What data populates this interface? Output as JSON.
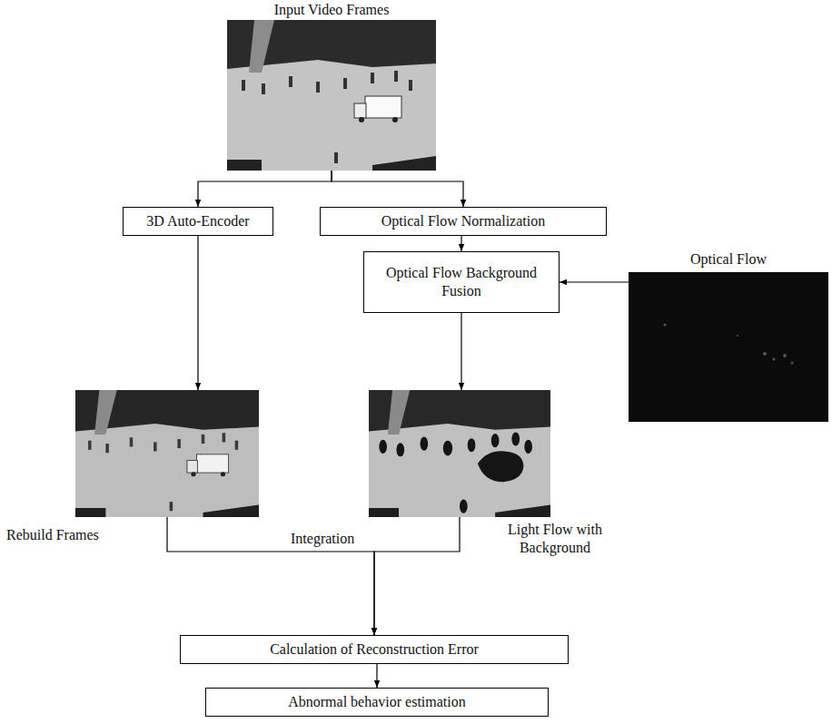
{
  "diagram": {
    "nodes": [
      {
        "text": [
          "Input Video Frames"
        ]
      },
      {
        "text": [
          "3D Auto-Encoder"
        ]
      },
      {
        "text": [
          "Optical Flow Normalization"
        ]
      },
      {
        "text": [
          "Optical Flow Background Fusion"
        ]
      },
      {
        "text": [
          "Optical Flow"
        ]
      },
      {
        "text": [
          "Rebuild Frames"
        ]
      },
      {
        "text": [
          "Light Flow with Background"
        ]
      },
      {
        "text": [
          "Calculation of Reconstruction Error"
        ]
      },
      {
        "text": [
          "Abnormal behavior estimation"
        ]
      }
    ],
    "edges": [
      {
        "from": 0,
        "to": 1,
        "arrow": "to"
      },
      {
        "from": 0,
        "to": 2,
        "arrow": "to"
      },
      {
        "from": 2,
        "to": 3,
        "arrow": "to"
      },
      {
        "from": 4,
        "to": 3,
        "arrow": "to"
      },
      {
        "from": 1,
        "to": 5,
        "arrow": "to"
      },
      {
        "from": 3,
        "to": 6,
        "arrow": "to"
      },
      {
        "from": 5,
        "to": 7,
        "arrow": "to"
      },
      {
        "from": 6,
        "to": 7,
        "arrow": "to"
      },
      {
        "from": 7,
        "to": 8,
        "arrow": "to"
      }
    ],
    "labels": [
      "Integration"
    ]
  }
}
